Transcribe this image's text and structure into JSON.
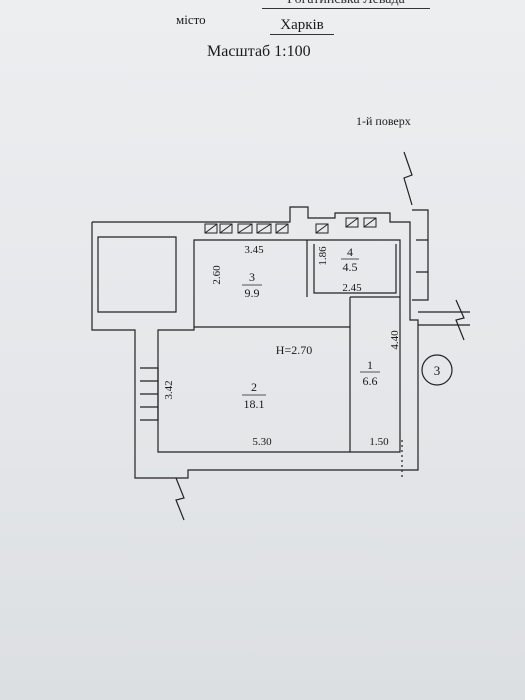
{
  "header": {
    "street": "Рогатинська Левада",
    "city_label": "місто",
    "city": "Харків",
    "scale": "Масштаб 1:100",
    "floor": "1-й поверх"
  },
  "plan": {
    "height_label": "H=2.70",
    "section_marker": "3",
    "rooms": [
      {
        "number": "1",
        "area": "6.6"
      },
      {
        "number": "2",
        "area": "18.1"
      },
      {
        "number": "3",
        "area": "9.9"
      },
      {
        "number": "4",
        "area": "4.5"
      }
    ],
    "dimensions": {
      "room3_width": "3.45",
      "room3_depth": "2.60",
      "room4_depth": "1.86",
      "room4_width": "2.45",
      "corridor_length": "4.40",
      "room2_depth": "3.42",
      "room2_width": "5.30",
      "corridor_width": "1.50"
    }
  }
}
